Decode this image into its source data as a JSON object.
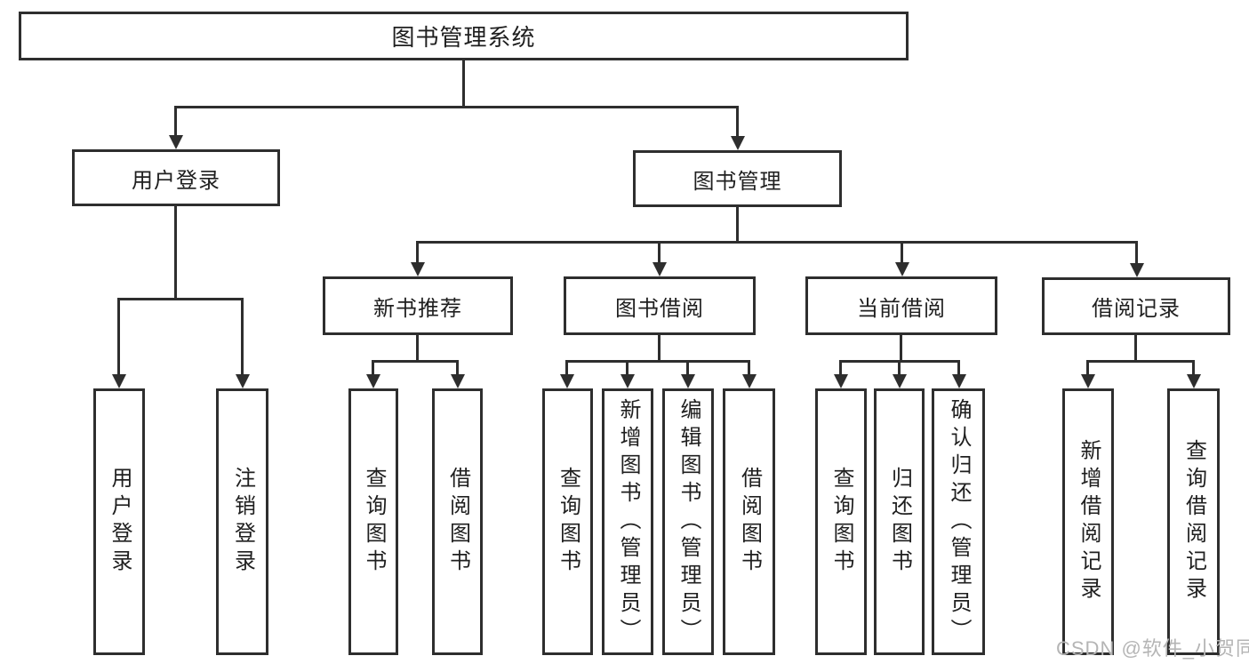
{
  "colors": {
    "line": "#2e2e2e",
    "text": "#1f1f1f",
    "bg": "#ffffff",
    "watermark": "#b5b5b5"
  },
  "root": {
    "label": "图书管理系统"
  },
  "branches": [
    {
      "label": "用户登录",
      "children": [
        {
          "label": "用户登录"
        },
        {
          "label": "注销登录"
        }
      ]
    },
    {
      "label": "图书管理",
      "sections": [
        {
          "label": "新书推荐",
          "children": [
            {
              "label": "查询图书"
            },
            {
              "label": "借阅图书"
            }
          ]
        },
        {
          "label": "图书借阅",
          "children": [
            {
              "label": "查询图书"
            },
            {
              "label": "新增图书（管理员）"
            },
            {
              "label": "编辑图书（管理员）"
            },
            {
              "label": "借阅图书"
            }
          ]
        },
        {
          "label": "当前借阅",
          "children": [
            {
              "label": "查询图书"
            },
            {
              "label": "归还图书"
            },
            {
              "label": "确认归还（管理员）"
            }
          ]
        },
        {
          "label": "借阅记录",
          "children": [
            {
              "label": "新增借阅记录"
            },
            {
              "label": "查询借阅记录"
            }
          ]
        }
      ]
    }
  ],
  "watermark": {
    "text": "CSDN @软件_小贺同学"
  }
}
